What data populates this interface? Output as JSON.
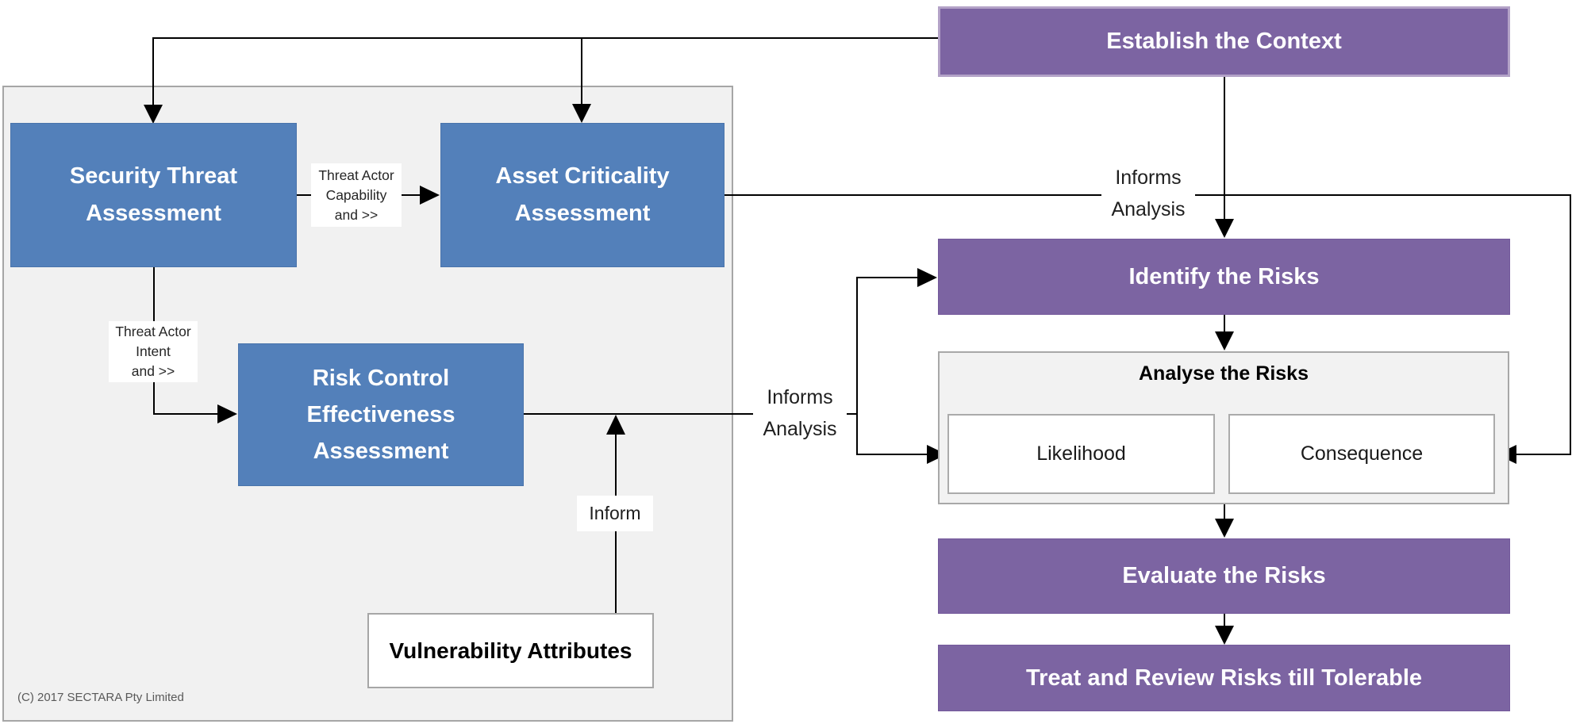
{
  "nodes": {
    "establish": {
      "label": "Establish the Context"
    },
    "security": {
      "lines": [
        "Security Threat",
        "Assessment"
      ]
    },
    "asset": {
      "lines": [
        "Asset Criticality",
        "Assessment"
      ]
    },
    "risk_control": {
      "lines": [
        "Risk Control",
        "Effectiveness",
        "Assessment"
      ]
    },
    "vulnerability": {
      "label": "Vulnerability Attributes"
    },
    "identify": {
      "label": "Identify the Risks"
    },
    "analyse": {
      "label": "Analyse the Risks"
    },
    "likelihood": {
      "label": "Likelihood"
    },
    "consequence": {
      "label": "Consequence"
    },
    "evaluate": {
      "label": "Evaluate the Risks"
    },
    "treat": {
      "label": "Treat and Review Risks till Tolerable"
    }
  },
  "edge_labels": {
    "threat_capability": {
      "lines": [
        "Threat Actor",
        "Capability",
        "and >>"
      ]
    },
    "threat_intent": {
      "lines": [
        "Threat Actor",
        "Intent",
        "and >>"
      ]
    },
    "informs_analysis_left": {
      "lines": [
        "Informs",
        "Analysis"
      ]
    },
    "informs_analysis_right": {
      "lines": [
        "Informs",
        "Analysis"
      ]
    },
    "inform": {
      "label": "Inform"
    }
  },
  "footer": {
    "copyright": "(C) 2017 SECTARA Pty Limited"
  },
  "colors": {
    "process_box_fill": "#7c64a2",
    "process_box_border": "#b3a2c7",
    "assessment_box_fill": "#5380ba",
    "panel_fill": "#f1f1f1",
    "panel_border": "#a6a6a6",
    "connector_line": "#000000",
    "box_text": "#ffffff",
    "label_text": "#262626",
    "copyright_text": "#595959"
  }
}
